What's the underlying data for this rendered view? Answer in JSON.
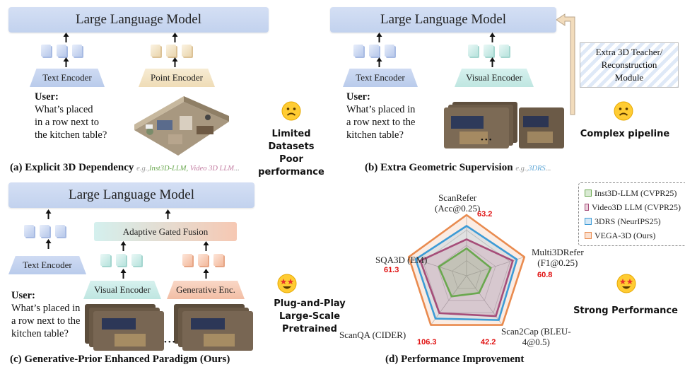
{
  "panel_a": {
    "llm": "Large Language Model",
    "text_encoder": "Text Encoder",
    "point_encoder": "Point Encoder",
    "user_label": "User:",
    "question": [
      "What’s placed",
      "in a row next to",
      "the kitchen table?"
    ],
    "note": [
      "Limited Datasets",
      "Poor performance"
    ],
    "caption": "(a) Explicit 3D Dependency",
    "eg_prefix": "e.g.,",
    "eg_items": [
      {
        "text": "Inst3D-LLM,",
        "color": "#6aa84f"
      },
      {
        "text": " Video 3D LLM",
        "color": "#c27ba0"
      },
      {
        "text": "...",
        "color": "#999999"
      }
    ]
  },
  "panel_b": {
    "llm": "Large Language Model",
    "text_encoder": "Text Encoder",
    "visual_encoder": "Visual Encoder",
    "teacher": [
      "Extra 3D Teacher/",
      "Reconstruction",
      "Module"
    ],
    "user_label": "User:",
    "question": [
      "What’s placed in",
      "a row next to the",
      "kitchen table?"
    ],
    "ellipsis": "•••",
    "note": [
      "Complex pipeline"
    ],
    "caption": "(b) Extra Geometric Supervision",
    "eg_prefix": "e.g.,",
    "eg_items": [
      {
        "text": "3DRS",
        "color": "#5ea6d6"
      },
      {
        "text": "...",
        "color": "#999999"
      }
    ]
  },
  "panel_c": {
    "llm": "Large Language Model",
    "fusion": "Adaptive Gated Fusion",
    "text_encoder": "Text Encoder",
    "visual_encoder": "Visual Encoder",
    "gen_encoder": "Generative Enc.",
    "user_label": "User:",
    "question": [
      "What’s placed in",
      "a row next to the",
      "kitchen table?"
    ],
    "ellipsis": "•••",
    "note": [
      "Plug-and-Play",
      "Large-Scale Pretrained"
    ],
    "caption": "(c) Generative-Prior Enhanced Paradigm (Ours)"
  },
  "panel_d": {
    "note": "Strong Performance",
    "caption": "(d) Performance Improvement",
    "legend": [
      {
        "label": "Inst3D-LLM (CVPR25)",
        "color": "#6aa84f"
      },
      {
        "label": "Video3D LLM (CVPR25)",
        "color": "#a64d79"
      },
      {
        "label": "3DRS (NeurIPS25)",
        "color": "#3d9bd6"
      },
      {
        "label": "VEGA-3D (Ours)",
        "color": "#e98b4f"
      }
    ],
    "values_best": [
      "63.2",
      "60.8",
      "42.2",
      "106.3",
      "61.3"
    ]
  },
  "chart_data": {
    "type": "radar",
    "axes": [
      "ScanRefer (Acc@0.25)",
      "Multi3DRefer (F1@0.25)",
      "Scan2Cap (BLEU-4@0.5)",
      "ScanQA (CIDER)",
      "SQA3D (EM)"
    ],
    "axis_label_lines": [
      [
        "ScanRefer",
        "(Acc@0.25)"
      ],
      [
        "Multi3DRefer",
        "(F1@0.25)"
      ],
      [
        "Scan2Cap (BLEU-",
        "4@0.5)"
      ],
      [
        "ScanQA (CIDER)"
      ],
      [
        "SQA3D (EM)"
      ]
    ],
    "series": [
      {
        "name": "Inst3D-LLM (CVPR25)",
        "color": "#6aa84f",
        "fill": "rgba(106,168,79,0.18)",
        "values": [
          0.45,
          0.42,
          0.35,
          0.42,
          0.48
        ]
      },
      {
        "name": "Video3D LLM (CVPR25)",
        "color": "#a64d79",
        "fill": "rgba(166,77,121,0.16)",
        "values": [
          0.6,
          0.8,
          0.82,
          0.76,
          0.8
        ]
      },
      {
        "name": "3DRS (NeurIPS25)",
        "color": "#3d9bd6",
        "fill": "rgba(61,155,214,0.14)",
        "values": [
          0.82,
          0.87,
          0.9,
          0.87,
          0.88
        ]
      },
      {
        "name": "VEGA-3D (Ours)",
        "color": "#e98b4f",
        "fill": "rgba(233,139,79,0.16)",
        "values": [
          1.0,
          1.0,
          1.0,
          1.0,
          1.0
        ]
      }
    ],
    "best_values": [
      63.2,
      60.8,
      42.2,
      106.3,
      61.3
    ],
    "rings": 4
  }
}
